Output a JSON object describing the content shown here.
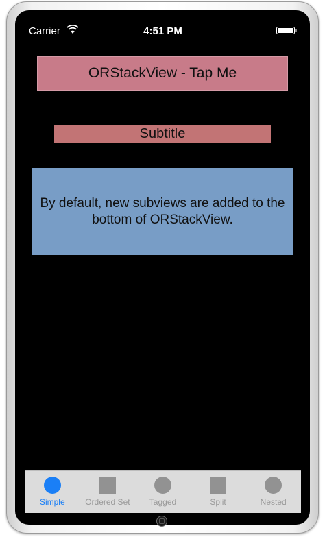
{
  "status_bar": {
    "carrier": "Carrier",
    "time": "4:51 PM",
    "wifi_icon": "wifi-icon",
    "battery_icon": "battery-icon"
  },
  "stack": {
    "title_button": "ORStackView - Tap Me",
    "subtitle": "Subtitle",
    "info_text": "By default, new subviews are added to the bottom of ORStackView."
  },
  "tab_bar": {
    "tabs": [
      {
        "label": "Simple",
        "icon": "circle-icon",
        "active": true
      },
      {
        "label": "Ordered Set",
        "icon": "square-icon",
        "active": false
      },
      {
        "label": "Tagged",
        "icon": "circle-icon",
        "active": false
      },
      {
        "label": "Split",
        "icon": "square-icon",
        "active": false
      },
      {
        "label": "Nested",
        "icon": "circle-icon",
        "active": false
      }
    ]
  },
  "colors": {
    "title_button_bg": "#c87b89",
    "subtitle_bg": "#c27475",
    "info_box_bg": "#789dc6",
    "tab_active": "#1a7ff6",
    "tab_inactive": "#929292",
    "tab_bar_bg": "#dcdcdc"
  }
}
